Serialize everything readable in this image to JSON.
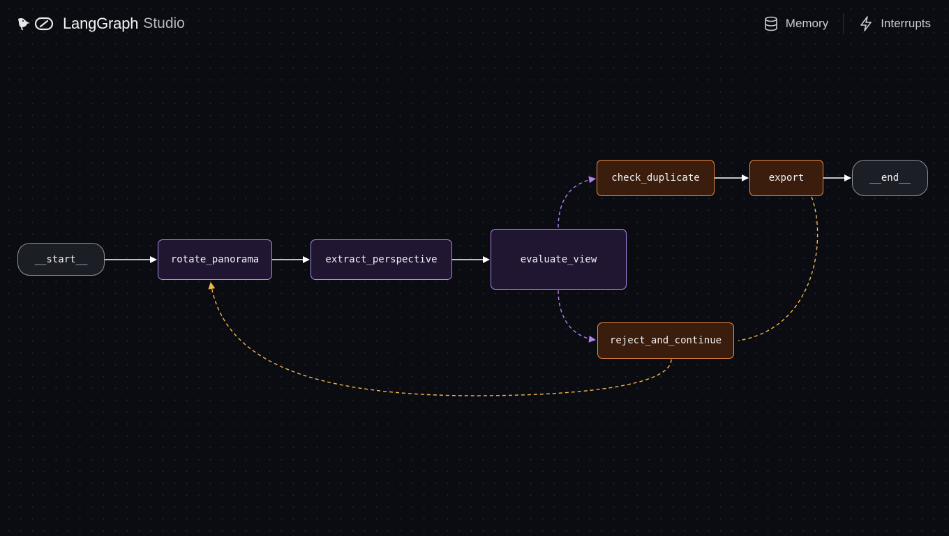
{
  "header": {
    "title": "LangGraph",
    "subtitle": "Studio",
    "actions": [
      {
        "label": "Memory",
        "icon": "database-icon"
      },
      {
        "label": "Interrupts",
        "icon": "lightning-icon"
      }
    ]
  },
  "graph": {
    "nodes": [
      {
        "id": "start",
        "label": "__start__",
        "kind": "terminal"
      },
      {
        "id": "rotate_panorama",
        "label": "rotate_panorama",
        "kind": "purple"
      },
      {
        "id": "extract_perspective",
        "label": "extract_perspective",
        "kind": "purple"
      },
      {
        "id": "evaluate_view",
        "label": "evaluate_view",
        "kind": "purple"
      },
      {
        "id": "check_duplicate",
        "label": "check_duplicate",
        "kind": "orange"
      },
      {
        "id": "export",
        "label": "export",
        "kind": "orange"
      },
      {
        "id": "end",
        "label": "__end__",
        "kind": "terminal"
      },
      {
        "id": "reject_and_continue",
        "label": "reject_and_continue",
        "kind": "orange"
      }
    ],
    "edges": [
      {
        "from": "start",
        "to": "rotate_panorama",
        "style": "solid"
      },
      {
        "from": "rotate_panorama",
        "to": "extract_perspective",
        "style": "solid"
      },
      {
        "from": "extract_perspective",
        "to": "evaluate_view",
        "style": "solid"
      },
      {
        "from": "evaluate_view",
        "to": "check_duplicate",
        "style": "conditional"
      },
      {
        "from": "evaluate_view",
        "to": "reject_and_continue",
        "style": "conditional"
      },
      {
        "from": "check_duplicate",
        "to": "export",
        "style": "solid"
      },
      {
        "from": "export",
        "to": "end",
        "style": "solid"
      },
      {
        "from": "export",
        "to": "reject_and_continue",
        "style": "conditional"
      },
      {
        "from": "reject_and_continue",
        "to": "rotate_panorama",
        "style": "conditional"
      }
    ]
  },
  "colors": {
    "background": "#0b0c12",
    "purple_accent": "#a98ce6",
    "orange_accent": "#ef8a44",
    "loop_edge": "#f2b84b",
    "solid_edge": "#ffffff"
  }
}
